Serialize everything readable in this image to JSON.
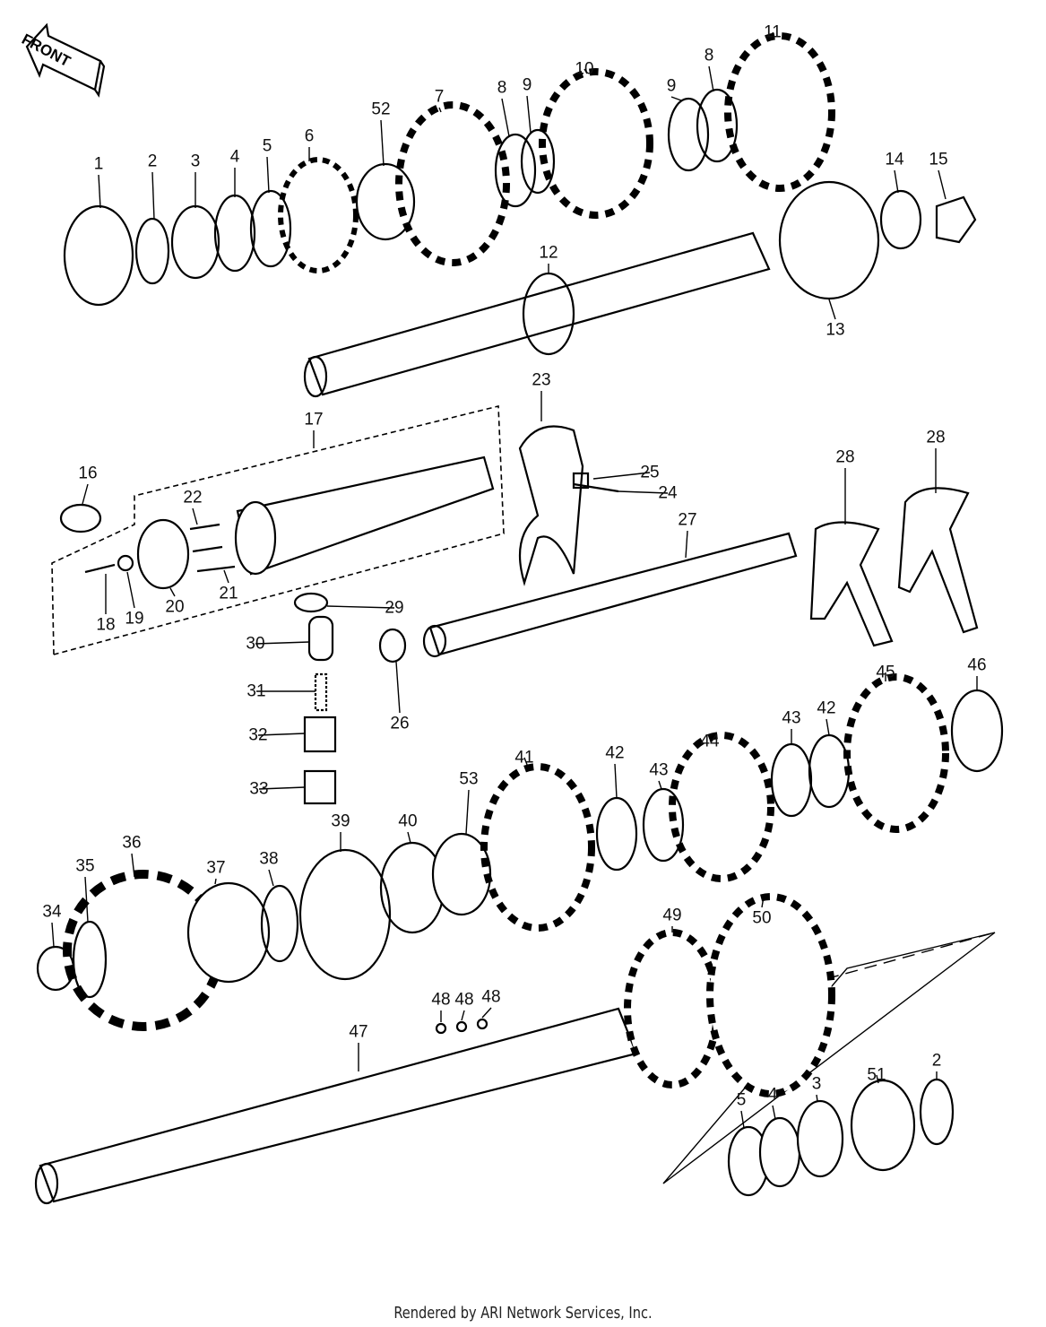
{
  "badge": {
    "text": "FRONT"
  },
  "footer": {
    "text": "Rendered by ARI Network Services, Inc."
  },
  "callouts": [
    "1",
    "2",
    "3",
    "4",
    "5",
    "6",
    "52",
    "7",
    "8",
    "9",
    "10",
    "9",
    "8",
    "11",
    "14",
    "15",
    "12",
    "13",
    "17",
    "16",
    "22",
    "23",
    "25",
    "24",
    "27",
    "28",
    "28",
    "21",
    "18",
    "19",
    "20",
    "29",
    "30",
    "31",
    "26",
    "32",
    "33",
    "46",
    "45",
    "42",
    "43",
    "44",
    "43",
    "42",
    "41",
    "53",
    "40",
    "39",
    "38",
    "37",
    "36",
    "35",
    "34",
    "49",
    "50",
    "48",
    "48",
    "48",
    "47",
    "2",
    "51",
    "3",
    "4",
    "5"
  ]
}
